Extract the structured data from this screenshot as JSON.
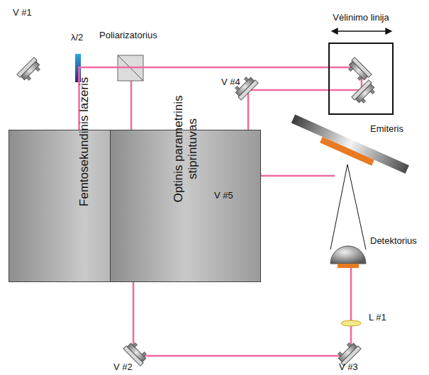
{
  "diagram": {
    "nodes": [
      {
        "text": [
          "Femtosekundinis lazeris"
        ]
      },
      {
        "text": [
          "Optinis parametrinis stiprintuvas"
        ]
      },
      {
        "text": [
          "Vėlinimo linija"
        ]
      }
    ],
    "edges": [
      {
        "from": 0,
        "to": 2,
        "arrow": "none"
      }
    ],
    "labels": [
      "V #1",
      "λ/2",
      "Poliarizatorius",
      "V #4",
      "V #5",
      "Emiteris",
      "Detektorius",
      "L #1",
      "V #2",
      "V #3"
    ]
  }
}
